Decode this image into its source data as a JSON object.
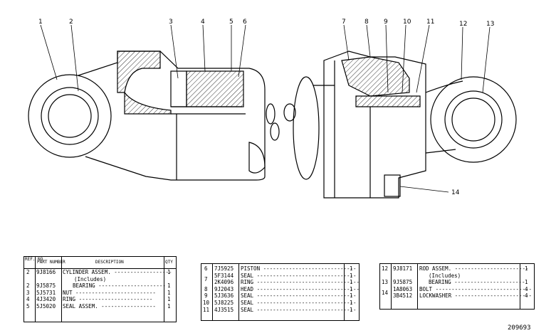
{
  "callouts": [
    "1",
    "2",
    "3",
    "4",
    "5",
    "6",
    "7",
    "8",
    "9",
    "10",
    "11",
    "12",
    "13",
    "14"
  ],
  "table_left": {
    "headers": {
      "ref": "REF. NO.",
      "part": "PART NUMBER",
      "desc": "DESCRIPTION",
      "qty": "QTY"
    },
    "rows": [
      {
        "ref": "2",
        "part": "9J8166",
        "desc": "CYLINDER ASSEM. ------------------",
        "qty": "1"
      },
      {
        "ref": "",
        "part": "",
        "desc": "(Includes)",
        "qty": ""
      },
      {
        "ref": "2",
        "part": "9J5875",
        "desc": "BEARING ---------------------",
        "qty": "1"
      },
      {
        "ref": "3",
        "part": "5J5731",
        "desc": "NUT -------------------------",
        "qty": "1"
      },
      {
        "ref": "4",
        "part": "4J3420",
        "desc": "RING -----------------------",
        "qty": "1"
      },
      {
        "ref": "5",
        "part": "5J5020",
        "desc": "SEAL ASSEM. -----------------",
        "qty": "1"
      }
    ]
  },
  "table_middle": {
    "rows": [
      {
        "ref": "6",
        "part": "7J5925",
        "desc": "PISTON -----------------------------",
        "qty": "1"
      },
      {
        "ref": "7",
        "part": "5F3144",
        "desc": "SEAL -------------------------------",
        "qty": "1"
      },
      {
        "ref": "",
        "part": "2K4096",
        "desc": "RING --------------------------------",
        "qty": "1"
      },
      {
        "ref": "8",
        "part": "9J2043",
        "desc": "HEAD --------------------------------",
        "qty": "1"
      },
      {
        "ref": "9",
        "part": "5J3636",
        "desc": "SEAL -------------------------------",
        "qty": "1"
      },
      {
        "ref": "10",
        "part": "5J8225",
        "desc": "SEAL -------------------------------",
        "qty": "1"
      },
      {
        "ref": "11",
        "part": "4J3515",
        "desc": "SEAL -------------------------------",
        "qty": "1"
      }
    ]
  },
  "table_right": {
    "rows": [
      {
        "ref": "12",
        "part": "9J8171",
        "desc": "ROD ASSEM. -----------------------",
        "qty": "1"
      },
      {
        "ref": "",
        "part": "",
        "desc": "(Includes)",
        "qty": ""
      },
      {
        "ref": "13",
        "part": "9J5875",
        "desc": "BEARING ----------------------",
        "qty": "1"
      },
      {
        "ref": "14",
        "part": "1A8063",
        "desc": "BOLT ------------------------------",
        "qty": "4"
      },
      {
        "ref": "",
        "part": "3B4512",
        "desc": "LOCKWASHER ------------------------",
        "qty": "4"
      }
    ]
  },
  "drawing_number": "209693"
}
